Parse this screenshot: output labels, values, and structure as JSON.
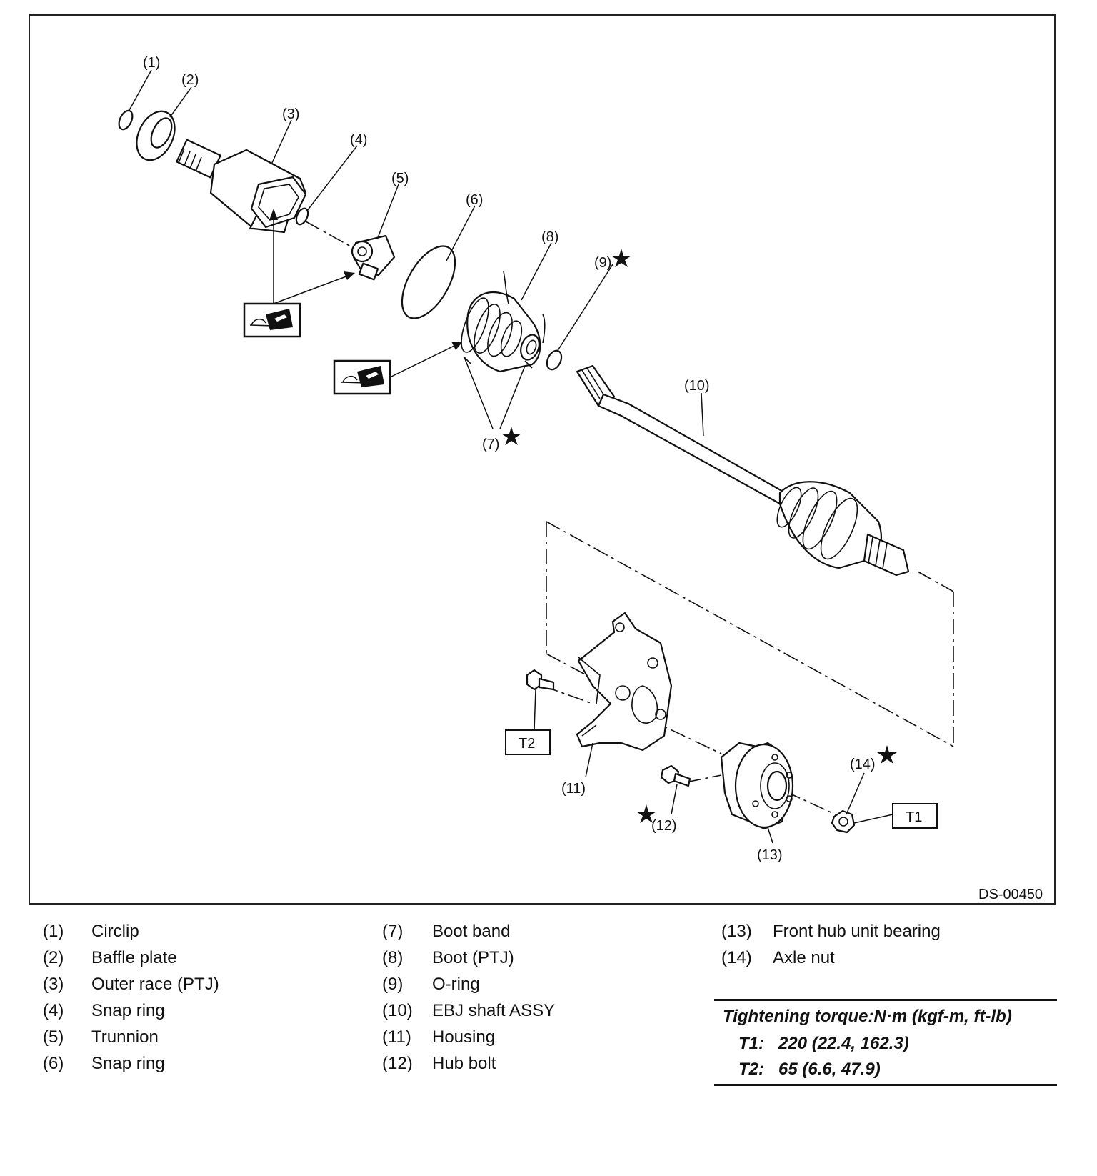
{
  "figure_code": "DS-00450",
  "callouts": {
    "c1": "(1)",
    "c2": "(2)",
    "c3": "(3)",
    "c4": "(4)",
    "c5": "(5)",
    "c6": "(6)",
    "c7": "(7)",
    "c8": "(8)",
    "c9": "(9)",
    "c10": "(10)",
    "c11": "(11)",
    "c12": "(12)",
    "c13": "(13)",
    "c14": "(14)"
  },
  "torque_boxes": {
    "t1": "T1",
    "t2": "T2"
  },
  "legend": {
    "col1": [
      {
        "num": "(1)",
        "name": "Circlip"
      },
      {
        "num": "(2)",
        "name": "Baffle plate"
      },
      {
        "num": "(3)",
        "name": "Outer race (PTJ)"
      },
      {
        "num": "(4)",
        "name": "Snap ring"
      },
      {
        "num": "(5)",
        "name": "Trunnion"
      },
      {
        "num": "(6)",
        "name": "Snap ring"
      }
    ],
    "col2": [
      {
        "num": "(7)",
        "name": "Boot band"
      },
      {
        "num": "(8)",
        "name": "Boot (PTJ)"
      },
      {
        "num": "(9)",
        "name": "O-ring"
      },
      {
        "num": "(10)",
        "name": "EBJ shaft ASSY"
      },
      {
        "num": "(11)",
        "name": "Housing"
      },
      {
        "num": "(12)",
        "name": "Hub bolt"
      }
    ],
    "col3": [
      {
        "num": "(13)",
        "name": "Front hub unit bearing"
      },
      {
        "num": "(14)",
        "name": "Axle nut"
      }
    ]
  },
  "torque_table": {
    "title": "Tightening torque:N·m (kgf-m, ft-lb)",
    "rows": [
      {
        "key": "T1:",
        "value": "220 (22.4, 162.3)"
      },
      {
        "key": "T2:",
        "value": "65 (6.6, 47.9)"
      }
    ]
  }
}
